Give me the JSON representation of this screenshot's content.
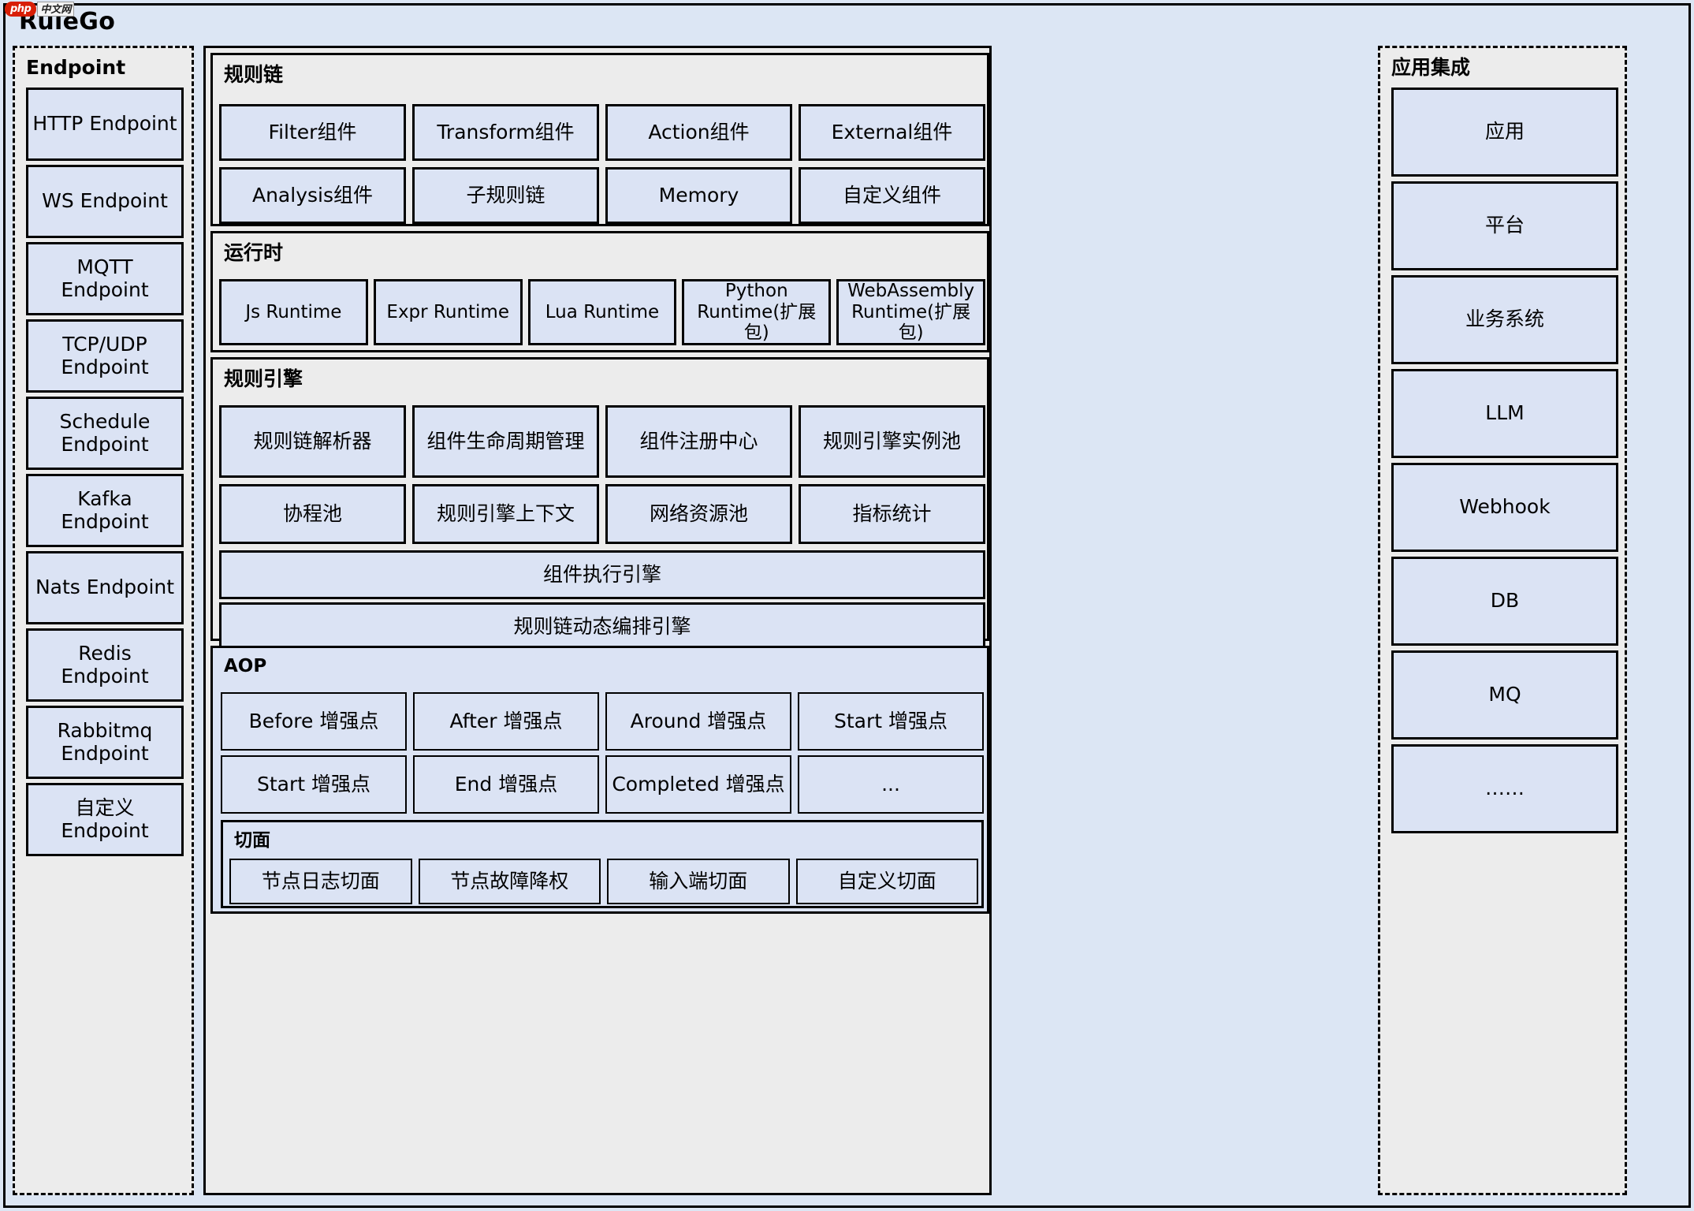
{
  "watermark": {
    "badge": "php",
    "text": "中文网"
  },
  "app": {
    "title": "RuleGo"
  },
  "colors": {
    "page_background": "#dce6f4",
    "panel_background": "#ececec",
    "node_fill": "#dbe3f4",
    "border": "#000000",
    "aop_background": "#dbe3f4"
  },
  "endpoint": {
    "title": "Endpoint",
    "items": [
      {
        "label": "HTTP Endpoint"
      },
      {
        "label": "WS Endpoint"
      },
      {
        "label": "MQTT Endpoint"
      },
      {
        "label": "TCP/UDP Endpoint"
      },
      {
        "label": "Schedule Endpoint"
      },
      {
        "label": "Kafka Endpoint"
      },
      {
        "label": "Nats Endpoint"
      },
      {
        "label": "Redis Endpoint"
      },
      {
        "label": "Rabbitmq Endpoint"
      },
      {
        "label": "自定义Endpoint"
      }
    ]
  },
  "rule_chain": {
    "title": "规则链",
    "items": [
      {
        "label": "Filter组件"
      },
      {
        "label": "Transform组件"
      },
      {
        "label": "Action组件"
      },
      {
        "label": "External组件"
      },
      {
        "label": "Analysis组件"
      },
      {
        "label": "子规则链"
      },
      {
        "label": "Memory"
      },
      {
        "label": "自定义组件"
      }
    ]
  },
  "runtime": {
    "title": "运行时",
    "items": [
      {
        "label": "Js Runtime"
      },
      {
        "label": "Expr Runtime"
      },
      {
        "label": "Lua Runtime"
      },
      {
        "label": "Python Runtime(扩展包)"
      },
      {
        "label": "WebAssembly Runtime(扩展包)"
      }
    ]
  },
  "rule_engine": {
    "title": "规则引擎",
    "row1": [
      {
        "label": "规则链解析器"
      },
      {
        "label": "组件生命周期管理"
      },
      {
        "label": "组件注册中心"
      },
      {
        "label": "规则引擎实例池"
      }
    ],
    "row2": [
      {
        "label": "协程池"
      },
      {
        "label": "规则引擎上下文"
      },
      {
        "label": "网络资源池"
      },
      {
        "label": "指标统计"
      }
    ],
    "wide1": {
      "label": "组件执行引擎"
    },
    "wide2": {
      "label": "规则链动态编排引擎"
    }
  },
  "aop": {
    "title": "AOP",
    "row1": [
      {
        "label": "Before 增强点"
      },
      {
        "label": "After 增强点"
      },
      {
        "label": "Around 增强点"
      },
      {
        "label": "Start 增强点"
      }
    ],
    "row2": [
      {
        "label": "Start 增强点"
      },
      {
        "label": "End 增强点"
      },
      {
        "label": "Completed 增强点"
      },
      {
        "label": "..."
      }
    ],
    "aspect": {
      "title": "切面",
      "items": [
        {
          "label": "节点日志切面"
        },
        {
          "label": "节点故障降权"
        },
        {
          "label": "输入端切面"
        },
        {
          "label": "自定义切面"
        }
      ]
    }
  },
  "integration": {
    "title": "应用集成",
    "items": [
      {
        "label": "应用"
      },
      {
        "label": "平台"
      },
      {
        "label": "业务系统"
      },
      {
        "label": "LLM"
      },
      {
        "label": "Webhook"
      },
      {
        "label": "DB"
      },
      {
        "label": "MQ"
      },
      {
        "label": "……"
      }
    ]
  }
}
